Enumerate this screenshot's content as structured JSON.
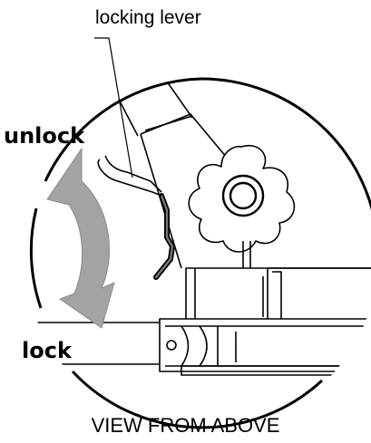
{
  "callout": {
    "label": "locking lever"
  },
  "direction_labels": {
    "unlock": "unlock",
    "lock": "lock"
  },
  "caption": "VIEW FROM ABOVE",
  "colors": {
    "arrow": "#a3a3a3",
    "line": "#000000",
    "background": "#ffffff"
  },
  "icons": {
    "arrow": "double-headed-curved-arrow-icon",
    "knob": "star-knob-icon"
  }
}
